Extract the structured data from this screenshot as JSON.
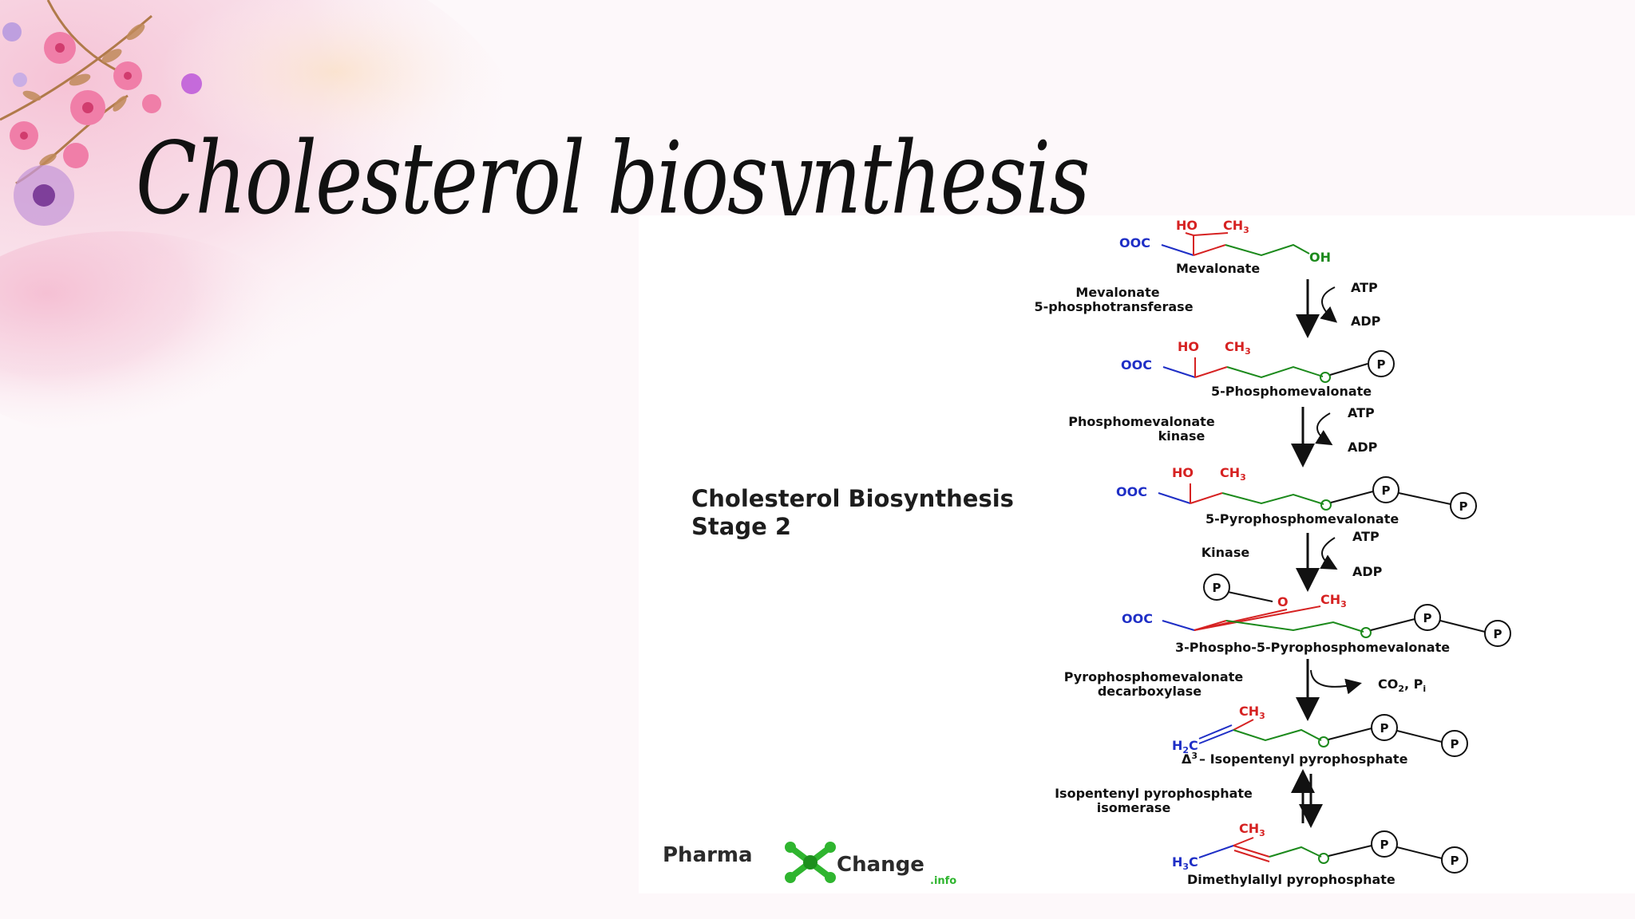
{
  "slide": {
    "title": "Cholesterol biosynthesis",
    "diagram_heading_line1": "Cholesterol Biosynthesis",
    "diagram_heading_line2": "Stage 2"
  },
  "logo": {
    "part1": "Pharma",
    "part2": "Change",
    "suffix": ".info"
  },
  "colors": {
    "blue": "#1f2fc6",
    "red": "#d62222",
    "green": "#1c8a1c",
    "logo_green": "#2fb52f"
  },
  "icons": [
    "floral-corner-decoration",
    "phosphate-circle-icon",
    "reaction-arrow-icon",
    "equilibrium-arrows-icon",
    "pharmachange-logo-icon"
  ],
  "labels": {
    "ho": "HO",
    "ch3": "CH",
    "sub3": "3",
    "ooc": "OOC",
    "oh": "OH",
    "o": "O",
    "p": "P",
    "h2c_h": "H",
    "h2c_2": "2",
    "h2c_c": "C",
    "h3c_h": "H",
    "h3c_3": "3",
    "h3c_c": "C",
    "atp": "ATP",
    "adp": "ADP",
    "co2": "CO",
    "co2_sub": "2",
    "pi": ", P",
    "pi_sub": "i"
  },
  "molecules": {
    "m1": "Mevalonate",
    "m2": "5-Phosphomevalonate",
    "m3": "5-Pyrophosphomevalonate",
    "m4": "3-Phospho-5-Pyrophosphomevalonate",
    "m5_prefix": "Δ",
    "m5_sup": "3",
    "m5": "– Isopentenyl pyrophosphate",
    "m6": "Dimethylallyl pyrophosphate"
  },
  "enzymes": {
    "e1_line1": "Mevalonate",
    "e1_line2": "5-phosphotransferase",
    "e2_line1": "Phosphomevalonate",
    "e2_line2": "kinase",
    "e3_line1": "Kinase",
    "e4_line1": "Pyrophosphomevalonate",
    "e4_line2": "decarboxylase",
    "e5_line1": "Isopentenyl pyrophosphate",
    "e5_line2": "isomerase"
  }
}
